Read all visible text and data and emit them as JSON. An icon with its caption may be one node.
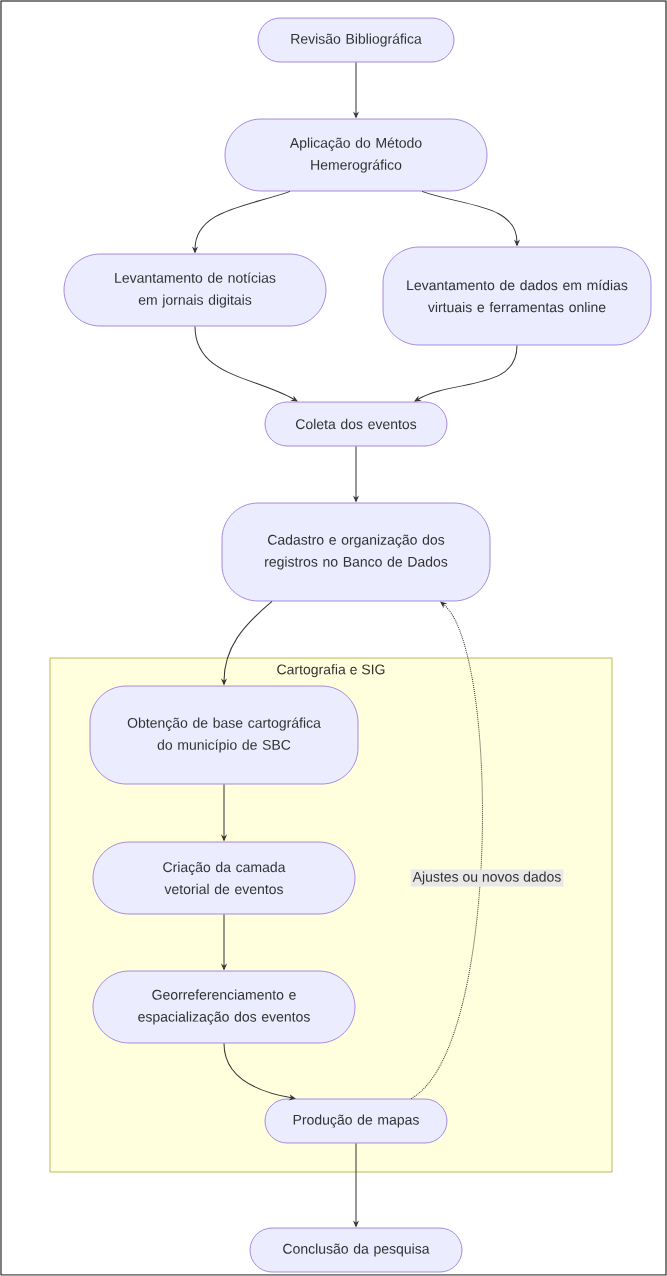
{
  "diagram": {
    "nodes": [
      {
        "text": [
          "Revisão Bibliográfica"
        ]
      },
      {
        "text": [
          "Aplicação do Método Hemerográfico"
        ]
      },
      {
        "text": [
          "Levantamento de notícias em jornais digitais"
        ]
      },
      {
        "text": [
          "Levantamento de dados em mídias virtuais e ferramentas online"
        ]
      },
      {
        "text": [
          "Coleta dos eventos"
        ]
      },
      {
        "text": [
          "Cadastro e organização dos registros no Banco de Dados"
        ]
      },
      {
        "text": [
          "Cartografia e SIG"
        ]
      },
      {
        "text": [
          "Obtenção de base cartográfica do município de SBC"
        ],
        "in": 6
      },
      {
        "text": [
          "Criação da camada vetorial de eventos"
        ],
        "in": 6
      },
      {
        "text": [
          "Georreferenciamento e espacialização dos eventos"
        ],
        "in": 6
      },
      {
        "text": [
          "Produção de mapas"
        ],
        "in": 6
      },
      {
        "text": [
          "Conclusão da pesquisa"
        ]
      }
    ],
    "edges": [
      {
        "from": 0,
        "to": 1,
        "arrow": "to"
      },
      {
        "from": 1,
        "to": 2,
        "arrow": "to"
      },
      {
        "from": 1,
        "to": 3,
        "arrow": "to"
      },
      {
        "from": 2,
        "to": 4,
        "arrow": "to"
      },
      {
        "from": 3,
        "to": 4,
        "arrow": "to"
      },
      {
        "from": 4,
        "to": 5,
        "arrow": "to"
      },
      {
        "from": 5,
        "to": 7,
        "arrow": "to"
      },
      {
        "from": 7,
        "to": 8,
        "arrow": "to"
      },
      {
        "from": 8,
        "to": 9,
        "arrow": "to"
      },
      {
        "from": 9,
        "to": 10,
        "arrow": "to"
      },
      {
        "from": 10,
        "to": 5,
        "arrow": "to",
        "style": "dashed",
        "label": "Ajustes ou novos dados"
      },
      {
        "from": 10,
        "to": 11,
        "arrow": "to"
      }
    ]
  }
}
